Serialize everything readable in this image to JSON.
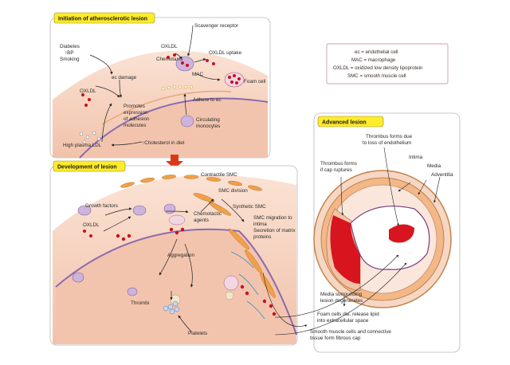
{
  "panels": {
    "initiation": {
      "title": "Initiation of atherosclerotic lesion",
      "labels": {
        "scavenger": "Scavenger receptor",
        "diabetes": "Diabetes",
        "bp": "↑BP",
        "smoking": "Smoking",
        "oxldl_top": "OXLDL",
        "chemotaxis": "Chemotaxis",
        "oxldl_uptake": "OXLDL uptake",
        "ec_damage": "ec damage",
        "mac": "MAC",
        "foam_cell": "Foam cell",
        "oxldl_left": "OXLDL",
        "promotes1": "Promotes",
        "promotes2": "expression",
        "promotes3": "of adhesion",
        "promotes4": "molecules",
        "adhere": "Adhere to ec",
        "circulating1": "Circulating",
        "circulating2": "monocytes",
        "high_ldl": "High plasma LDL",
        "chol_diet": "↑Cholesterol in diet"
      }
    },
    "development": {
      "title": "Development of lesion",
      "labels": {
        "contractile": "Contractile SMC",
        "smc_division": "SMC division",
        "synthetic": "Synthetic SMC",
        "growth": "Growth factors",
        "oxldl": "OXLDL",
        "chemo1": "Chemotactic",
        "chemo2": "agents",
        "migration1": "SMC migration to",
        "migration2": "intima",
        "migration3": "Secretion of matrix",
        "migration4": "proteins",
        "aggregation": "Aggregation",
        "thrombi": "Thrombi",
        "platelets": "Platelets"
      }
    },
    "advanced": {
      "title": "Advanced lesion",
      "labels": {
        "thrombus_endo1": "Thrombus forms due",
        "thrombus_endo2": "to loss of endothelium",
        "thrombus_cap1": "Thrombus forms",
        "thrombus_cap2": "if cap ruptures",
        "intima": "Intima",
        "media": "Media",
        "adventitia": "Adventitia",
        "media_surr1": "Media surrounding",
        "media_surr2": "lesion degenerates",
        "foam_die1": "Foam cells die, release lipid",
        "foam_die2": "into extracellular space",
        "smooth1": "Smooth muscle cells and connective",
        "smooth2": "tissue form fibrous cap"
      }
    }
  },
  "legend": [
    "ec = endothelial cell",
    "MAC = macrophage",
    "OXLDL = oxidized low density lipoprotein",
    "SMC = smooth muscle cell"
  ],
  "colors": {
    "title_fill": "#ffec2a",
    "tissue": "#f6d2be",
    "lumen": "#fbe6dc",
    "lipid": "#cc0e1e",
    "cell": "#cdb4dc",
    "smc": "#f0a04a",
    "legend_border": "#d39ca8",
    "arrow_down": "#d93a16"
  }
}
